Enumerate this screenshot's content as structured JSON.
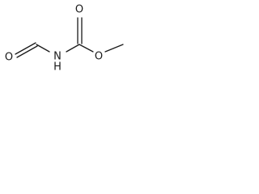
{
  "molecule": {
    "atoms": {
      "aldehyde_oxygen": "O",
      "amide_nitrogen": "N",
      "amide_hydrogen": "H",
      "carbonyl_oxygen": "O",
      "ester_oxygen": "O"
    }
  },
  "colors": {
    "bond": "#1a1a1a",
    "label": "#1a1a1a",
    "background": "#ffffff"
  }
}
